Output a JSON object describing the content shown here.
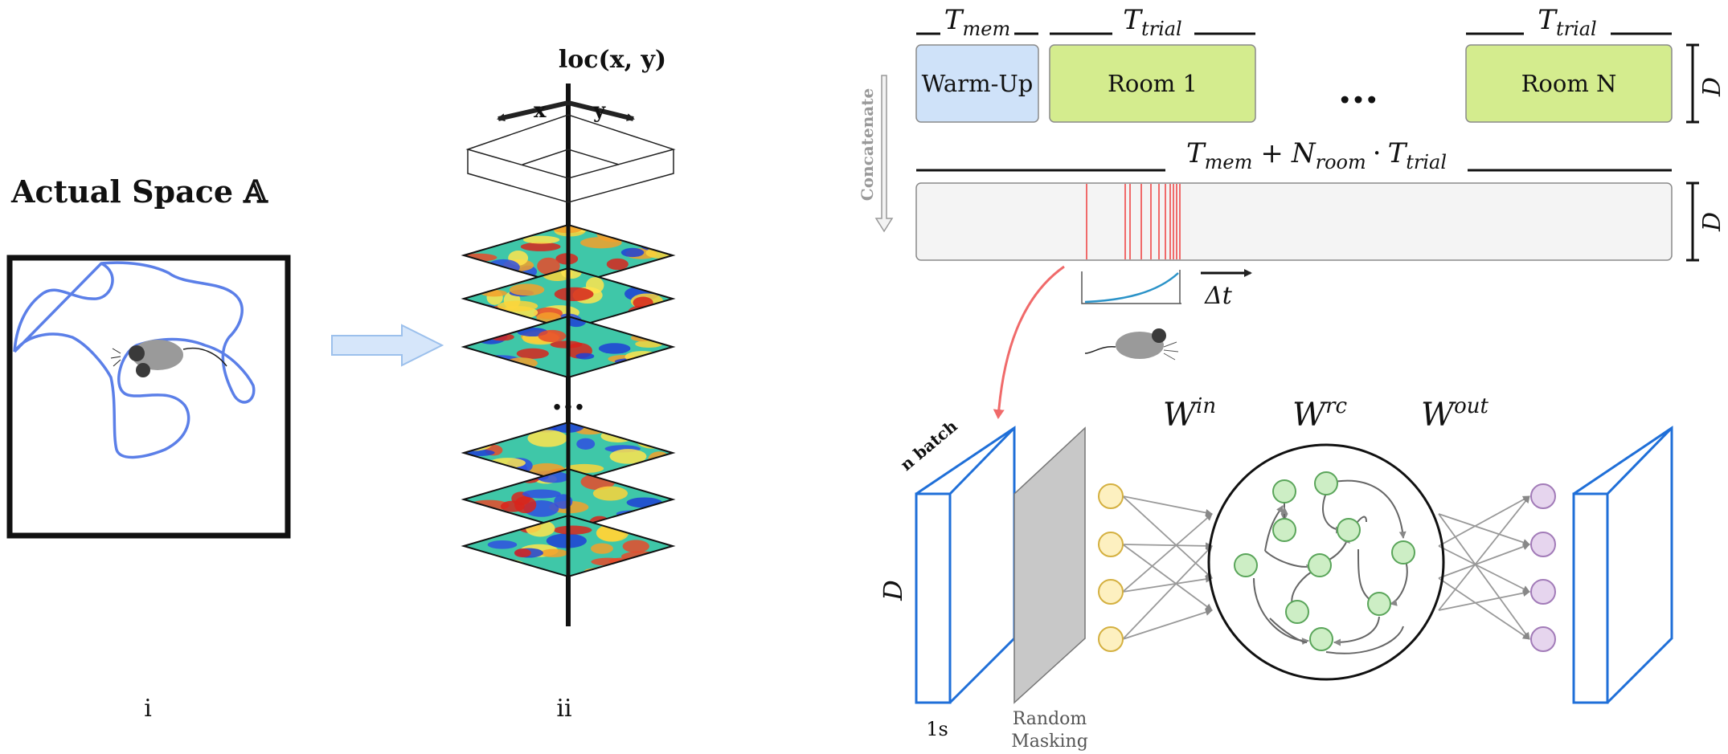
{
  "panel_i": {
    "title": "Actual Space 𝔸",
    "label": "i"
  },
  "panel_ii": {
    "axis_title": "loc(x, y)",
    "axis_x": "x",
    "axis_y": "y",
    "ellipsis": "...",
    "label": "ii"
  },
  "timeline": {
    "t_mem": "T",
    "t_mem_sub": "mem",
    "t_trial": "T",
    "t_trial_sub": "trial",
    "warmup_label": "Warm-Up",
    "room1_label": "Room 1",
    "roomN_label": "Room N",
    "ellipsis": "...",
    "dim_label": "D",
    "concatenate_label": "Concatenate",
    "formula_T": "T",
    "formula_mem": "mem",
    "formula_plus": "+",
    "formula_N": "N",
    "formula_room": "room",
    "formula_dot": "·",
    "formula_T2": "T",
    "formula_trial": "trial",
    "delta_t": "Δt"
  },
  "network": {
    "n_batch": "n batch",
    "d_label": "D",
    "one_s": "1s",
    "random_masking_1": "Random",
    "random_masking_2": "Masking",
    "w_in": "W",
    "w_in_sup": "in",
    "w_rc": "W",
    "w_rc_sup": "rc",
    "w_out": "W",
    "w_out_sup": "out"
  },
  "colors": {
    "trajectory": "#5b7fe8",
    "warmup_fill": "#cfe2f9",
    "room_fill": "#d4ec8e",
    "spike": "#f06a6a",
    "input_node": "#fdf0c0",
    "reservoir_node": "#cdeec5",
    "output_node": "#e6d5ee",
    "batch_box": "#1f6fd8",
    "mask": "#c8c8c8"
  }
}
